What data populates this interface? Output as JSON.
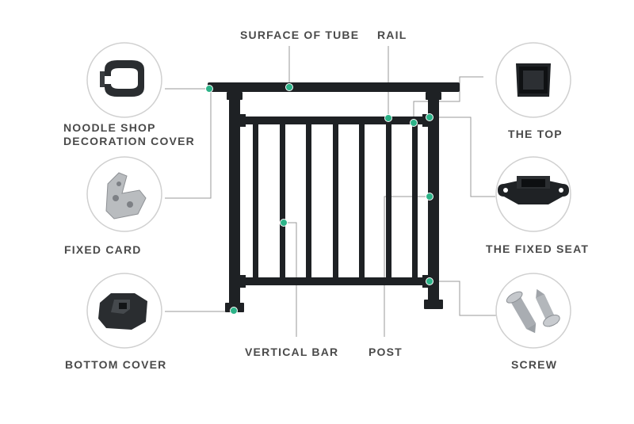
{
  "labels": {
    "surface_of_tube": "SURFACE OF TUBE",
    "rail": "RAIL",
    "noodle_line1": "NOODLE SHOP",
    "noodle_line2": "DECORATION COVER",
    "the_top": "THE TOP",
    "fixed_card": "FIXED CARD",
    "the_fixed_seat": "THE FIXED SEAT",
    "bottom_cover": "BOTTOM COVER",
    "vertical_bar": "VERTICAL BAR",
    "post": "POST",
    "screw": "SCREW"
  },
  "colors": {
    "frame": "#1e2124",
    "leader_line": "#9a9a9a",
    "marker": "#2db388",
    "label_text": "#4a4a4a",
    "circle_border": "#d0d0d0"
  },
  "icons": {
    "noodle_cover": "c-shaped-clip-icon",
    "the_top": "square-cap-icon",
    "fixed_card": "angle-bracket-icon",
    "fixed_seat": "base-plate-icon",
    "bottom_cover": "corner-cover-icon",
    "screw": "screws-icon"
  }
}
